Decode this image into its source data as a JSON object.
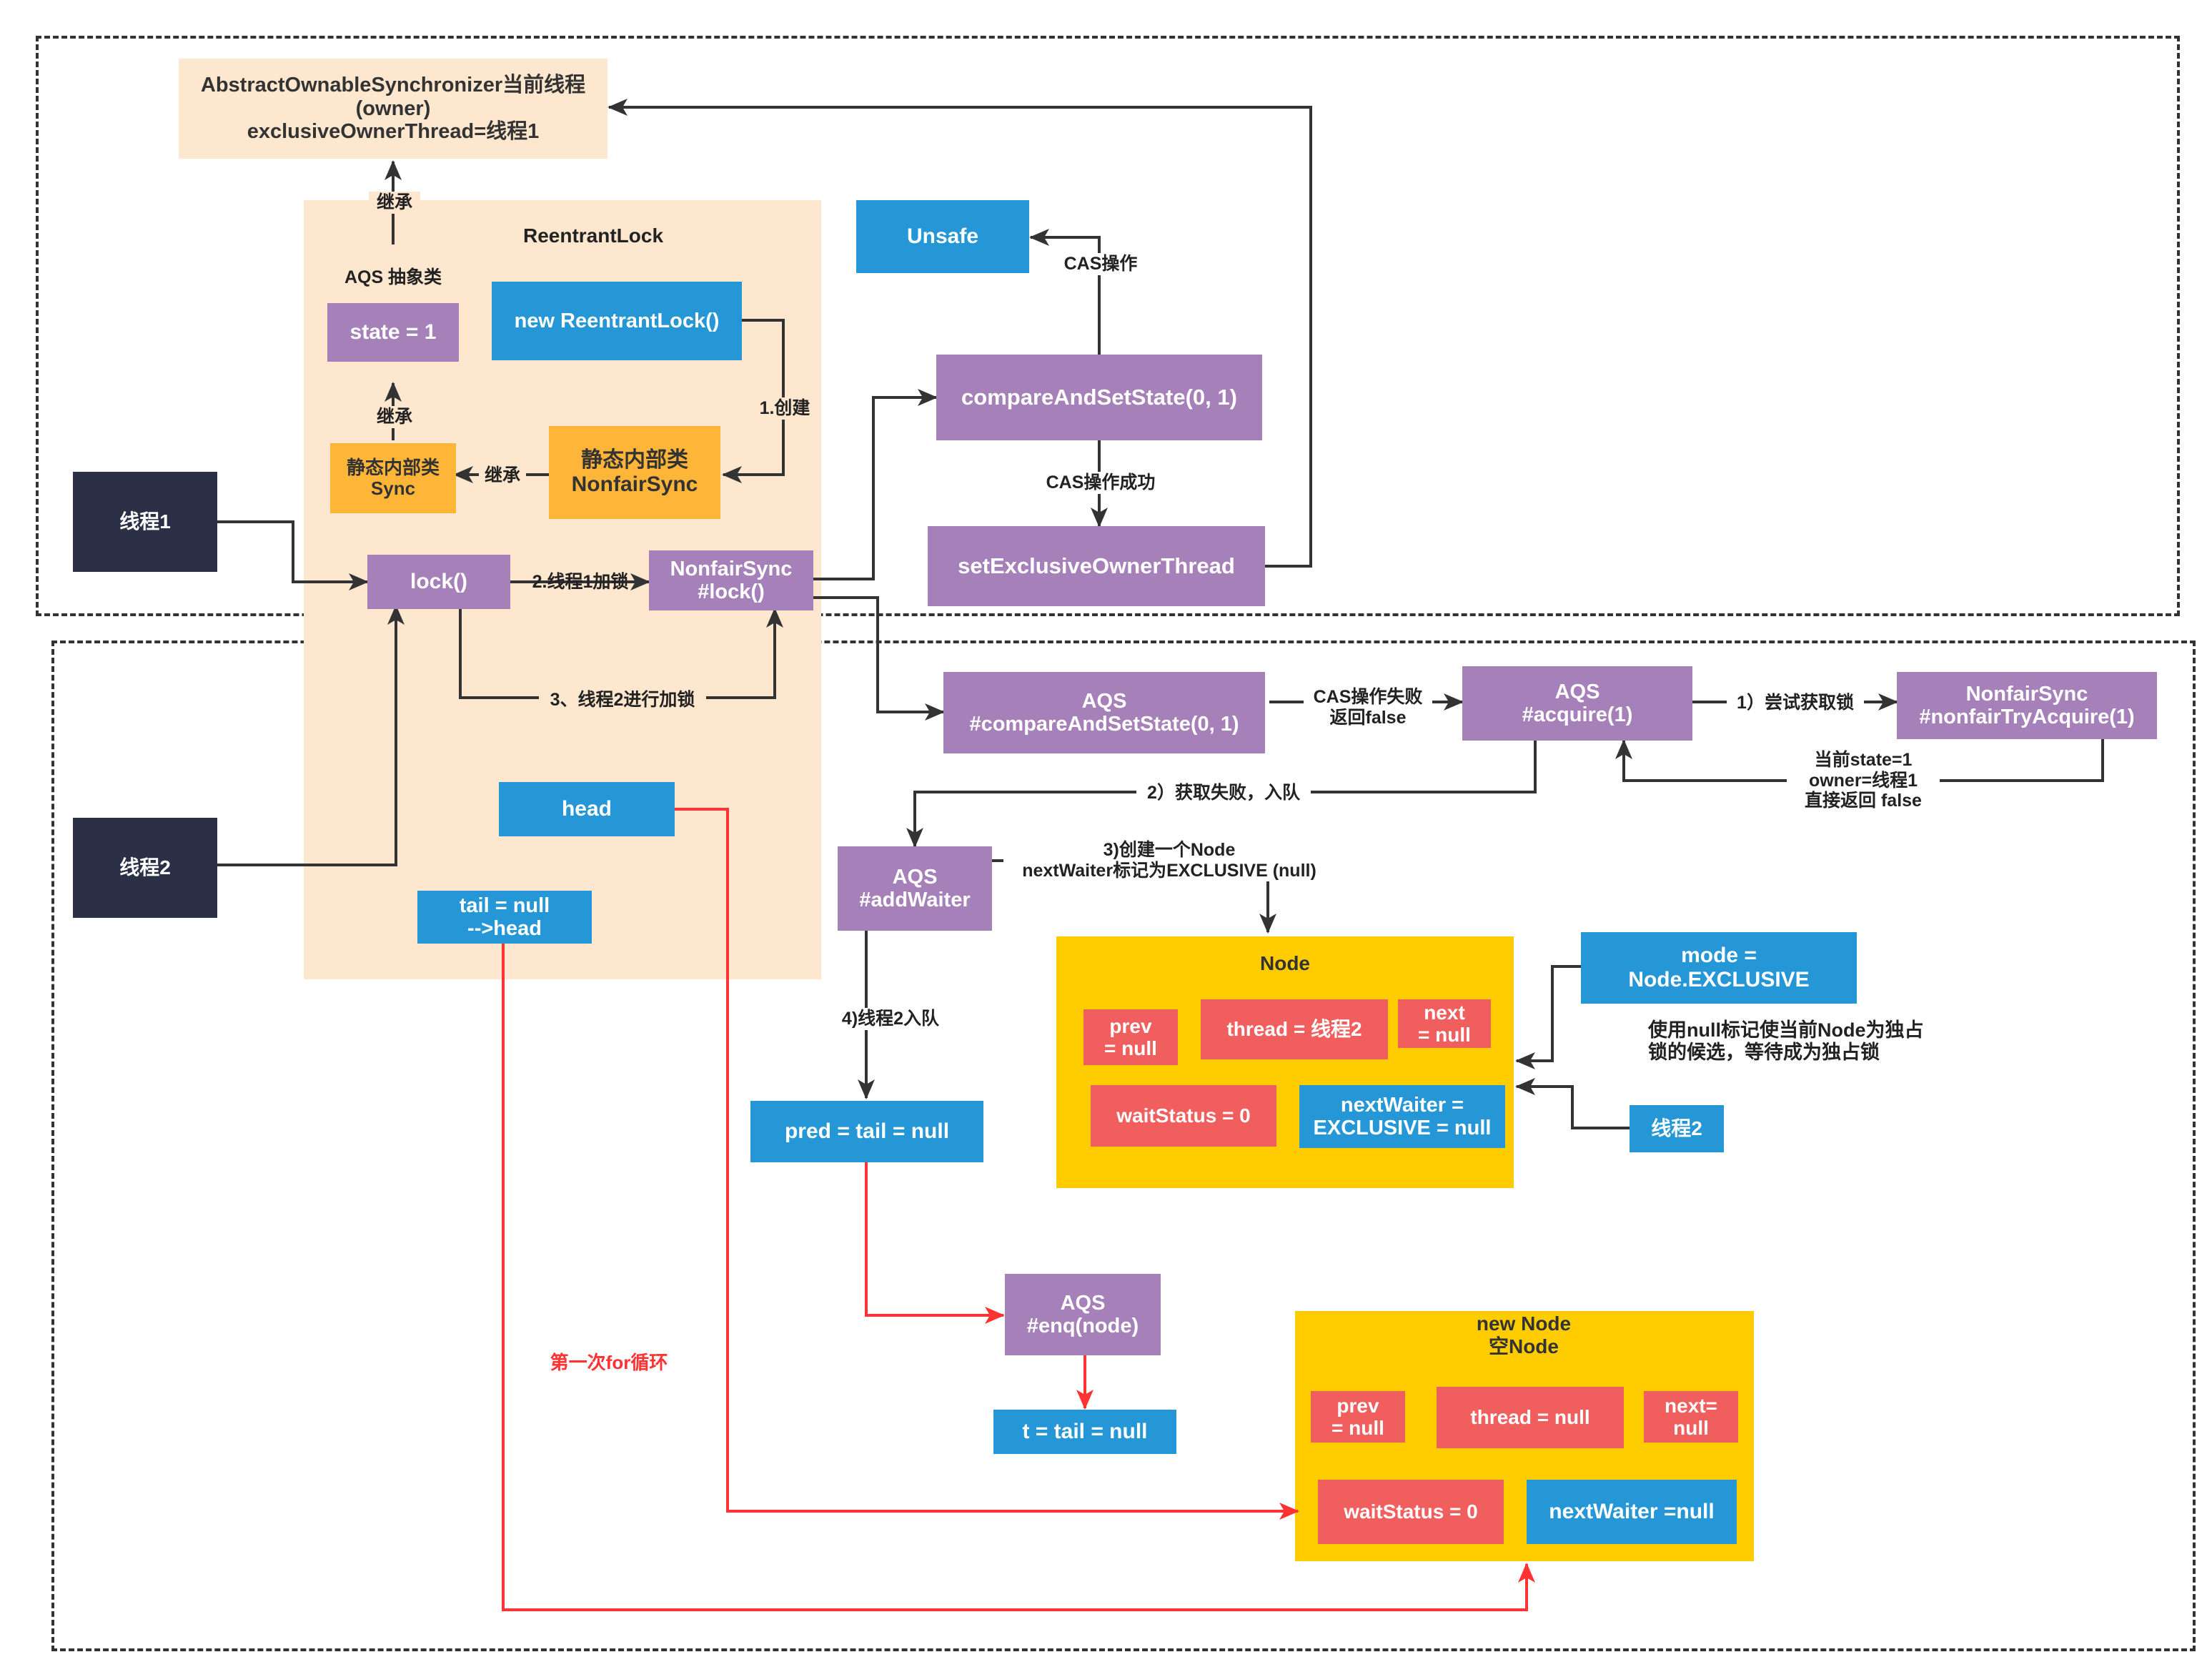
{
  "colors": {
    "purple": "#a680b8",
    "blue": "#2596d6",
    "navy": "#2b3047",
    "orange": "#ffb638",
    "red": "#f15e5e",
    "peach": "#fde7cf",
    "yellow": "#ffcc00",
    "connector": "#333333",
    "red_connector": "#ff3333"
  },
  "aqs_owner": "AbstractOwnableSynchronizer当前线程\n(owner)\nexclusiveOwnerThread=线程1",
  "reentrant_lock": {
    "title": "ReentrantLock",
    "aqs_abstract_label": "AQS 抽象类",
    "state": "state = 1",
    "new_lock": "new ReentrantLock()",
    "sync": "静态内部类\nSync",
    "nonfair_sync": "静态内部类\nNonfairSync",
    "inherit_1": "继承",
    "inherit_2": "继承",
    "inherit_3": "继承",
    "create": "1.创建"
  },
  "threads": {
    "thread1": "线程1",
    "thread2": "线程2",
    "thread2_small": "线程2"
  },
  "lock_flow": {
    "lock": "lock()",
    "nonfair_lock": "NonfairSync\n#lock()",
    "thread1_lock": "2.线程1加锁",
    "thread2_lock": "3、线程2进行加锁"
  },
  "cas_flow": {
    "unsafe": "Unsafe",
    "cas_op": "CAS操作",
    "compare_and_set": "compareAndSetState(0, 1)",
    "cas_success": "CAS操作成功",
    "set_owner": "setExclusiveOwnerThread"
  },
  "acquire_flow": {
    "aqs_cas": "AQS\n#compareAndSetState(0, 1)",
    "cas_fail": "CAS操作失败\n返回false",
    "acquire": "AQS\n#acquire(1)",
    "try_acquire_label": "1）尝试获取锁",
    "nonfair_try": "NonfairSync\n#nonfairTryAcquire(1)",
    "return_false": "当前state=1\nowner=线程1\n直接返回 false",
    "enqueue_label": "2）获取失败，入队",
    "add_waiter": "AQS\n#addWaiter",
    "create_node": "3)创建一个Node\nnextWaiter标记为EXCLUSIVE (null)",
    "thread2_enqueue": "4)线程2入队",
    "pred": "pred = tail = null",
    "enq": "AQS\n#enq(node)",
    "t_tail": "t = tail = null",
    "head": "head",
    "tail": "tail = null\n-->head",
    "first_loop": "第一次for循环"
  },
  "node": {
    "title": "Node",
    "prev": "prev\n= null",
    "thread": "thread = 线程2",
    "next": "next\n= null",
    "wait_status": "waitStatus = 0",
    "next_waiter": "nextWaiter =\nEXCLUSIVE = null",
    "mode": "mode =\nNode.EXCLUSIVE",
    "null_note": "使用null标记使当前Node为独占\n锁的候选，等待成为独占锁"
  },
  "empty_node": {
    "title": "new Node\n空Node",
    "prev": "prev\n= null",
    "thread": "thread = null",
    "next": "next=\nnull",
    "wait_status": "waitStatus = 0",
    "next_waiter": "nextWaiter =null"
  }
}
